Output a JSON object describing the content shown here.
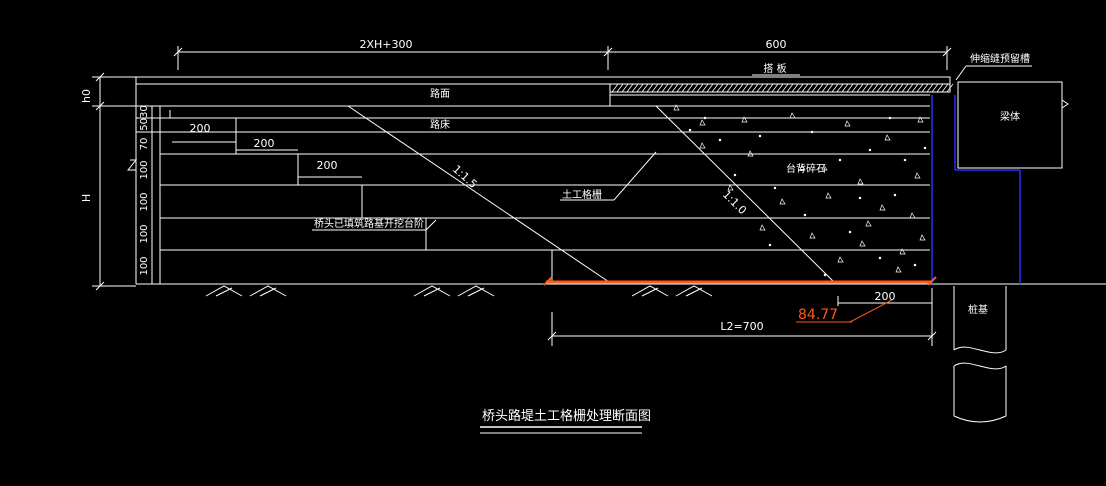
{
  "dimensions": {
    "top_left": "2XH+300",
    "top_right": "600",
    "step1": "200",
    "step2": "200",
    "step3": "200",
    "bottom_right": "200",
    "l2": "L2=700",
    "left_h0": "h0",
    "left_H": "H",
    "left_layers": [
      "5030",
      "70",
      "100",
      "100",
      "100",
      "100"
    ]
  },
  "labels": {
    "approach_slab": "搭 板",
    "expansion_joint": "伸缩缝预留槽",
    "surface": "路面",
    "base": "路床",
    "slope_1_1_5": "1:1.5",
    "slope_1_1_0": "1:1.0",
    "backfill": "台背碎石",
    "geogrid": "土工格栅",
    "existing_step": "桥头已填筑路基开挖台阶",
    "beam": "梁体",
    "pile": "桩基",
    "measurement": "84.77"
  },
  "title": "桥头路堤土工格栅处理断面图",
  "colors": {
    "background": "#000000",
    "lines": "#ffffff",
    "blue": "#2b2bff",
    "orange": "#ff5a1a"
  }
}
